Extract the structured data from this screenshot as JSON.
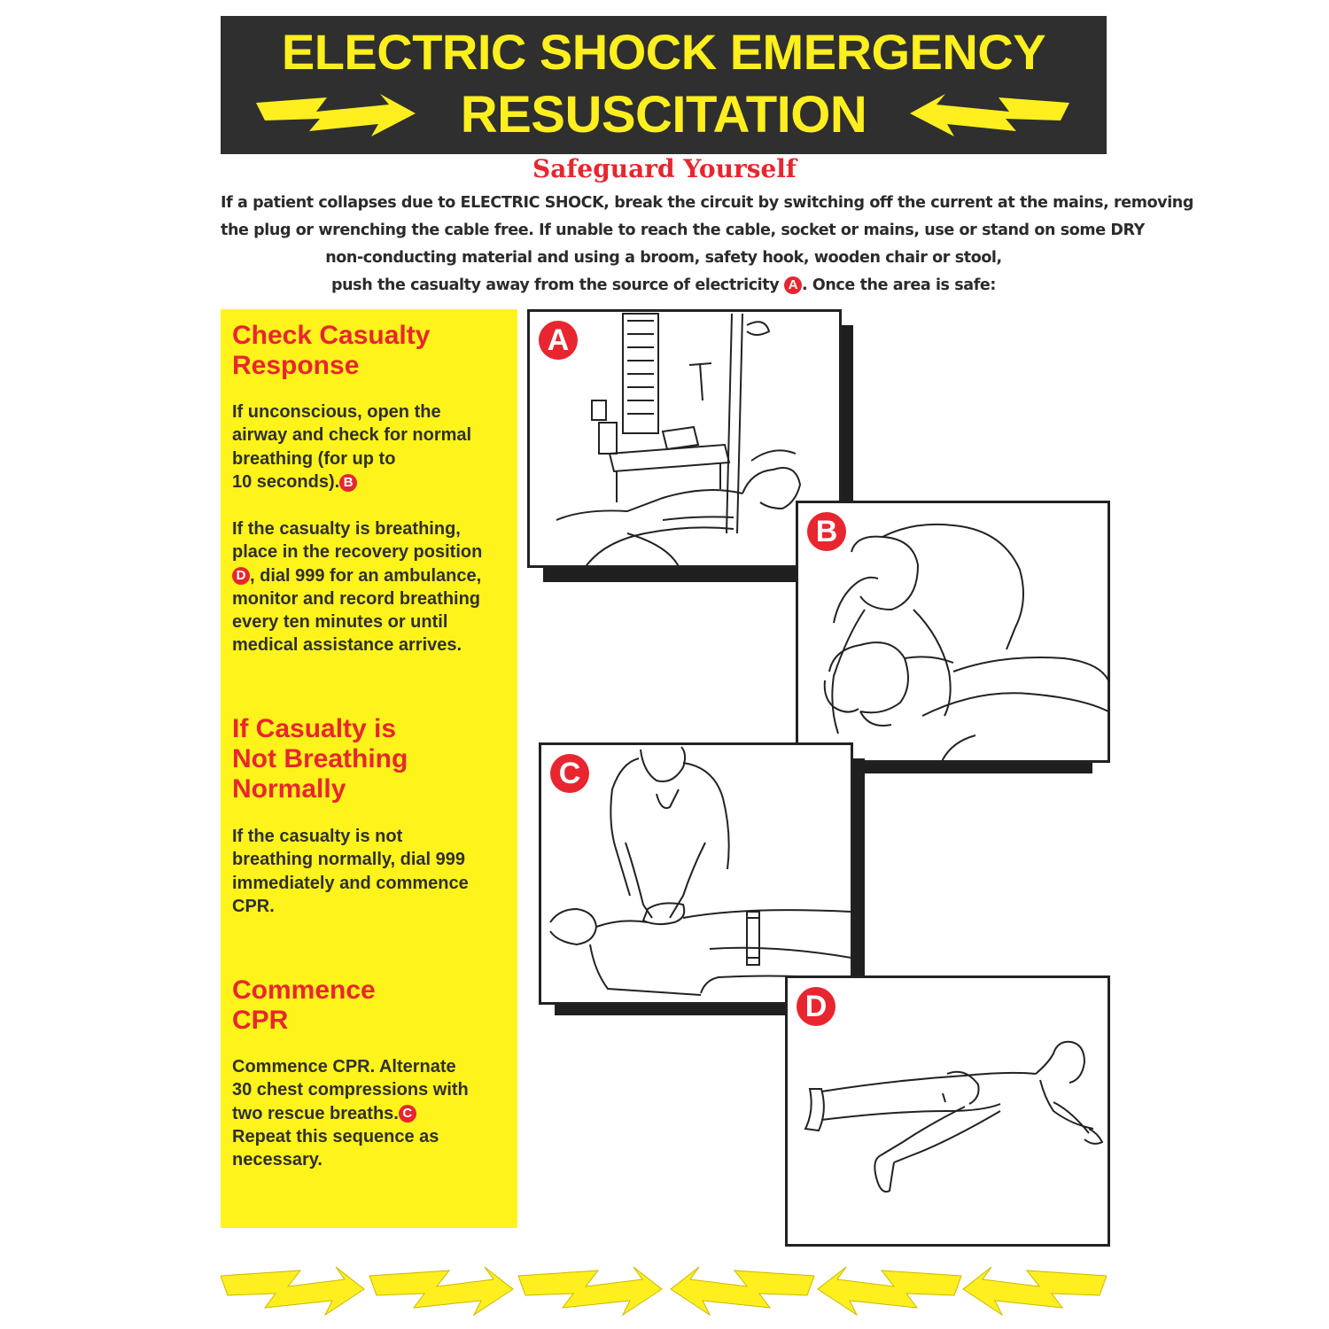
{
  "header": {
    "title_line1": "ELECTRIC SHOCK EMERGENCY",
    "title_line2": "RESUSCITATION"
  },
  "subtitle": "Safeguard Yourself",
  "intro": {
    "line1": "If a patient collapses due to ELECTRIC SHOCK, break the circuit by switching off the current at the mains, removing",
    "line2": "the plug or wrenching the cable free.  If unable to reach the cable, socket or mains, use or stand on some DRY",
    "line3": "non-conducting material and using a broom, safety hook, wooden chair or stool,",
    "line4_pre": "push the casualty away from the source of electricity",
    "line4_badge": "A",
    "line4_post": ". Once the area is safe:"
  },
  "sections": {
    "check": {
      "title_line1": "Check Casualty",
      "title_line2": "Response",
      "p1_l1": "If unconscious, open the",
      "p1_l2": "airway and check for normal",
      "p1_l3": "breathing (for up to",
      "p1_l4": "10 seconds).",
      "p1_badge": "B",
      "p2_l1": "If the casualty is breathing,",
      "p2_l2": "place in the recovery position",
      "p2_badge": "D",
      "p2_l3": ", dial 999 for an ambulance,",
      "p2_l4": "monitor and record breathing",
      "p2_l5": "every ten minutes or until",
      "p2_l6": "medical assistance arrives."
    },
    "not_breathing": {
      "title_line1": "If Casualty is",
      "title_line2": "Not Breathing",
      "title_line3": "Normally",
      "l1": "If the casualty is not",
      "l2": "breathing normally, dial 999",
      "l3": "immediately and commence",
      "l4": "CPR."
    },
    "cpr": {
      "title_line1": "Commence",
      "title_line2": "CPR",
      "l1": "Commence CPR.  Alternate",
      "l2": "30 chest compressions with",
      "l3": "two rescue breaths.",
      "badge": "C",
      "l4": "Repeat this sequence as",
      "l5": "necessary."
    }
  },
  "illustrations": {
    "a_label": "A",
    "b_label": "B",
    "c_label": "C",
    "d_label": "D"
  },
  "colors": {
    "header_bg": "#2f2f2f",
    "title_yellow": "#ffef1f",
    "accent_red": "#e8262f",
    "panel_yellow": "#fff31c",
    "body_text": "#2f2f2f"
  }
}
